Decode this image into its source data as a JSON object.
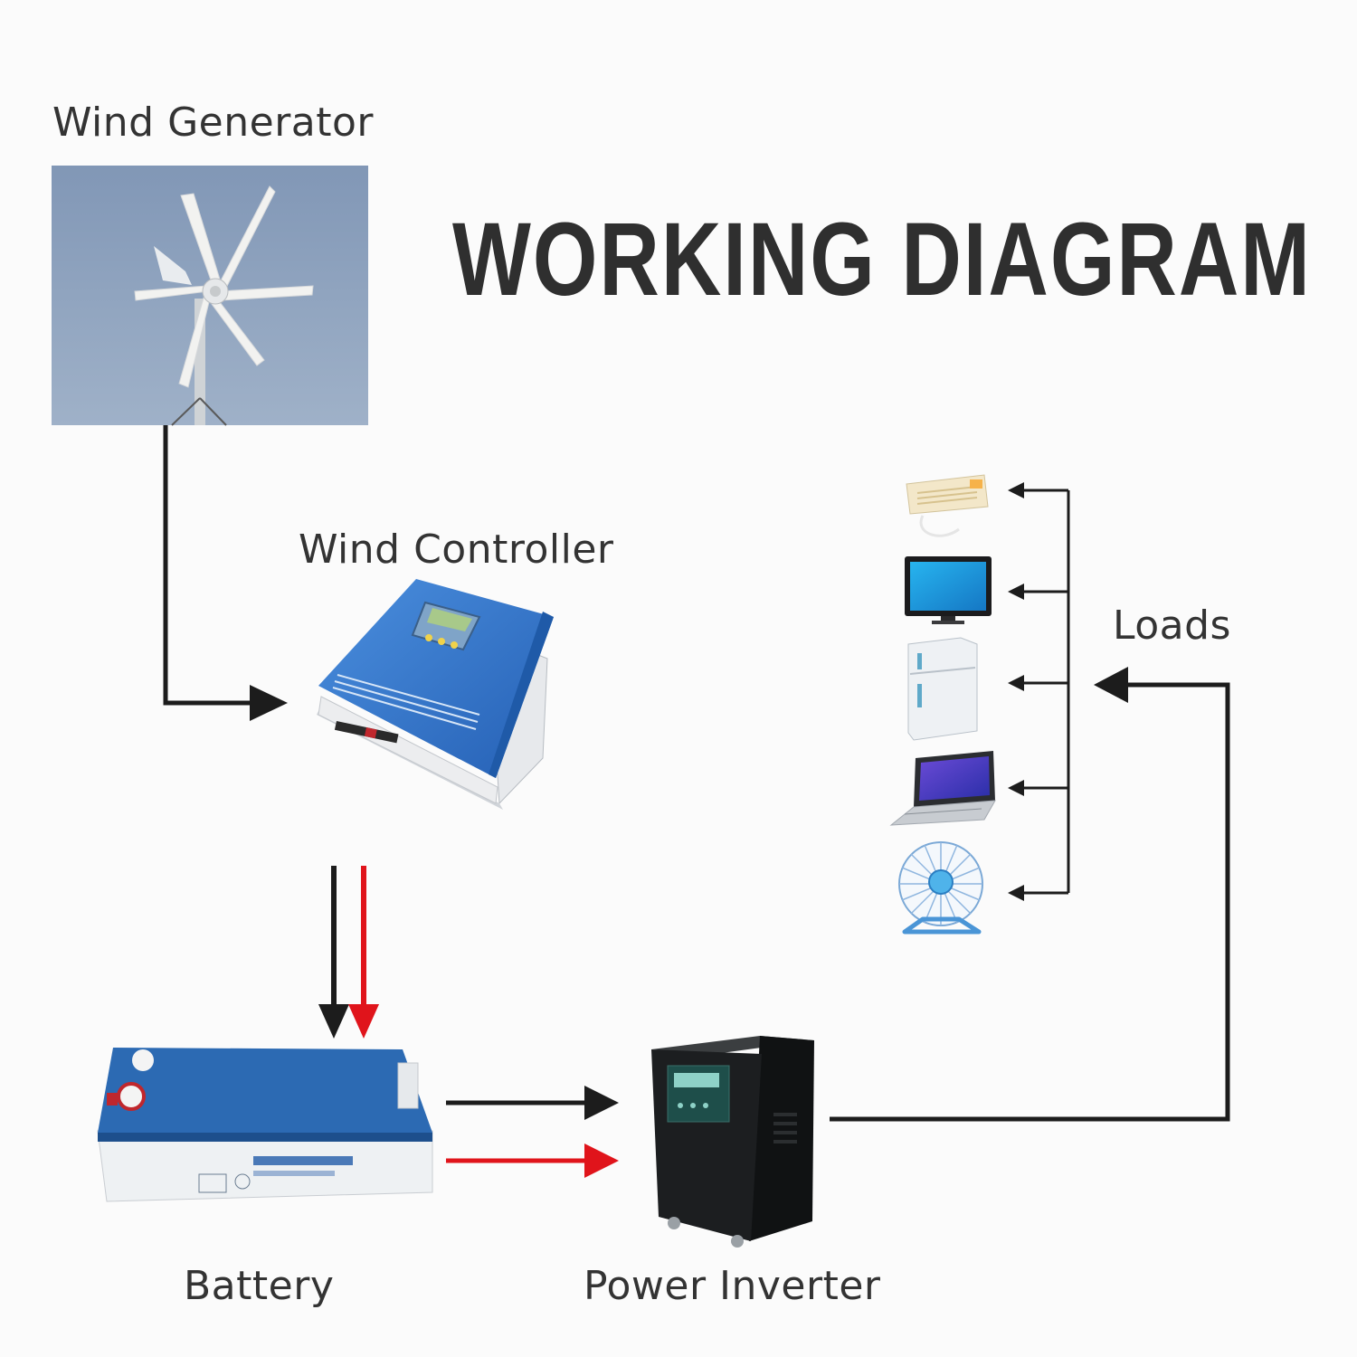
{
  "title": "WORKING DIAGRAM",
  "components": {
    "generator": "Wind Generator",
    "controller": "Wind Controller",
    "loads": "Loads",
    "battery": "Battery",
    "inverter": "Power Inverter"
  },
  "load_icons": [
    "air-conditioner-icon",
    "television-icon",
    "refrigerator-icon",
    "laptop-icon",
    "electric-fan-icon"
  ],
  "colors": {
    "wire_dark": "#1c1c1c",
    "wire_red": "#e0141b",
    "sky": "#8ea3bf",
    "device_blue": "#2f6fc0",
    "inverter_body": "#1a1c1d"
  }
}
